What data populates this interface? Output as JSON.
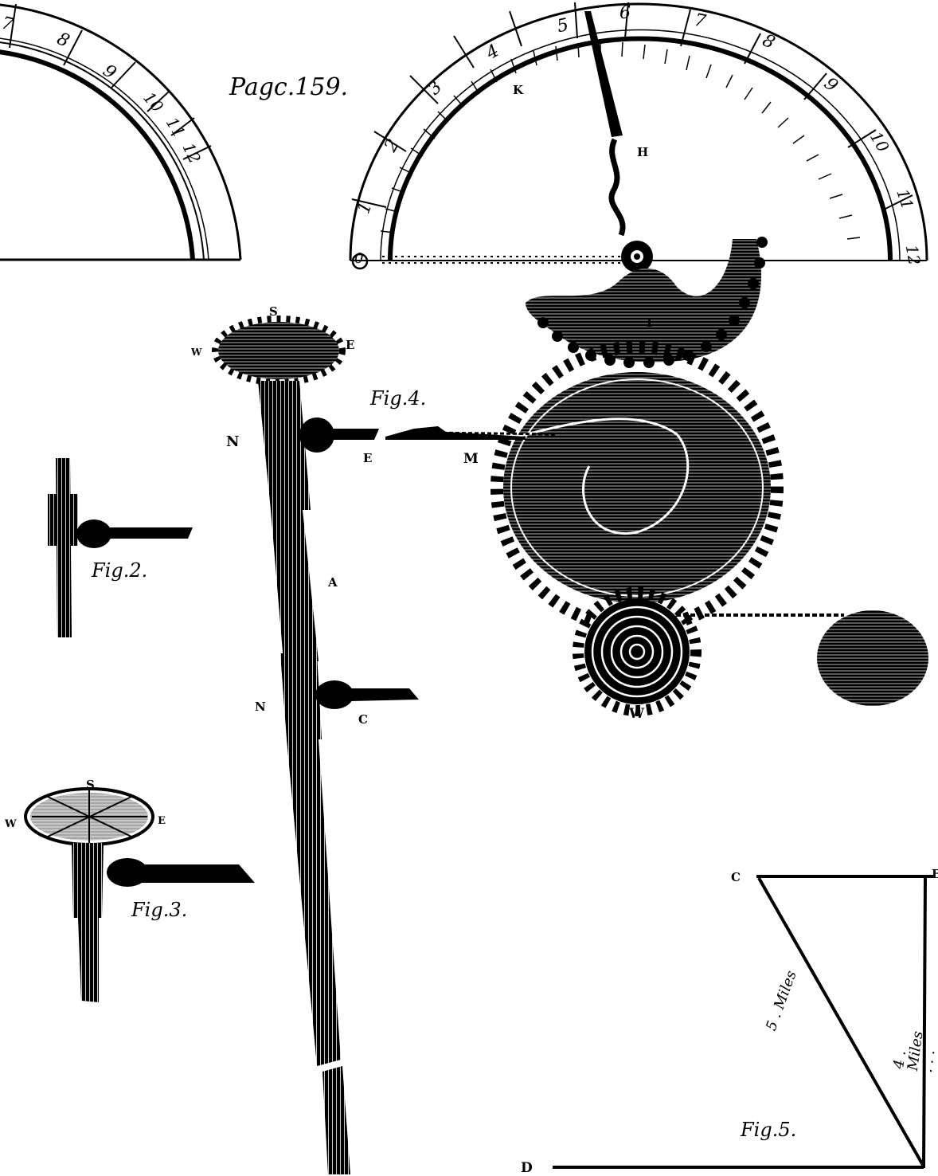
{
  "page": {
    "header": "Pagc.159."
  },
  "fig1_partial_scale": {
    "numbers": [
      "7",
      "8",
      "9",
      "10",
      "11",
      "12"
    ]
  },
  "fig1_scale": {
    "numbers": [
      "0",
      "1",
      "2",
      "3",
      "4",
      "5",
      "6",
      "7",
      "8",
      "9",
      "10",
      "11",
      "12"
    ],
    "labels": {
      "K": "K",
      "H": "H",
      "I": "I"
    }
  },
  "fig4": {
    "caption": "Fig.4.",
    "labels": {
      "S": "S",
      "W": "W",
      "E_top": "E",
      "N_top": "N",
      "E_arm": "E",
      "M": "M",
      "A": "A",
      "N_bottom": "N",
      "C": "C",
      "W_wheel": "W"
    }
  },
  "fig2": {
    "caption": "Fig.2."
  },
  "fig3": {
    "caption": "Fig.3.",
    "labels": {
      "S": "S",
      "W": "W",
      "E": "E"
    }
  },
  "fig5": {
    "caption": "Fig.5.",
    "labels": {
      "C": "C",
      "D": "D",
      "B": "B"
    },
    "hypotenuse_text": "5 . Miles",
    "side_text": "4 . Miles . . ."
  },
  "colors": {
    "ink": "#000000",
    "paper": "#ffffff"
  }
}
